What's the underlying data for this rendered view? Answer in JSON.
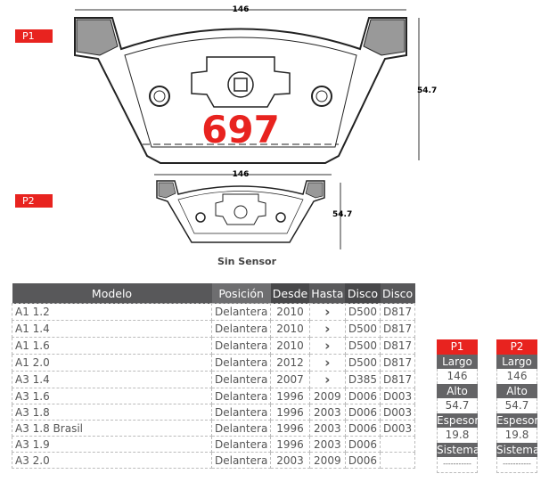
{
  "part_number": "697",
  "labels": {
    "p1": "P1",
    "p2": "P2",
    "sensor": "Sin Sensor"
  },
  "dims": {
    "p1_width": "146",
    "p1_height": "54.7",
    "p2_width": "146",
    "p2_height": "54.7"
  },
  "table": {
    "headers": [
      "Modelo",
      "Posición",
      "Desde",
      "Hasta",
      "Disco",
      "Disco"
    ],
    "rows": [
      [
        "A1 1.2",
        "Delantera",
        "2010",
        "›",
        "D500",
        "D817"
      ],
      [
        "A1 1.4",
        "Delantera",
        "2010",
        "›",
        "D500",
        "D817"
      ],
      [
        "A1 1.6",
        "Delantera",
        "2010",
        "›",
        "D500",
        "D817"
      ],
      [
        "A1 2.0",
        "Delantera",
        "2012",
        "›",
        "D500",
        "D817"
      ],
      [
        "A3 1.4",
        "Delantera",
        "2007",
        "›",
        "D385",
        "D817"
      ],
      [
        "A3 1.6",
        "Delantera",
        "1996",
        "2009",
        "D006",
        "D003"
      ],
      [
        "A3 1.8",
        "Delantera",
        "1996",
        "2003",
        "D006",
        "D003"
      ],
      [
        "A3 1.8 Brasil",
        "Delantera",
        "1996",
        "2003",
        "D006",
        "D003"
      ],
      [
        "A3 1.9",
        "Delantera",
        "1996",
        "2003",
        "D006",
        ""
      ],
      [
        "A3 2.0",
        "Delantera",
        "2003",
        "2009",
        "D006",
        ""
      ]
    ]
  },
  "specs": [
    {
      "title": "P1",
      "largo_label": "Largo",
      "largo": "146",
      "alto_label": "Alto",
      "alto": "54.7",
      "espesor_label": "Espesor",
      "espesor": "19.8",
      "sistema_label": "Sistema",
      "sistema": "-----------"
    },
    {
      "title": "P2",
      "largo_label": "Largo",
      "largo": "146",
      "alto_label": "Alto",
      "alto": "54.7",
      "espesor_label": "Espesor",
      "espesor": "19.8",
      "sistema_label": "Sistema",
      "sistema": "-----------"
    }
  ]
}
